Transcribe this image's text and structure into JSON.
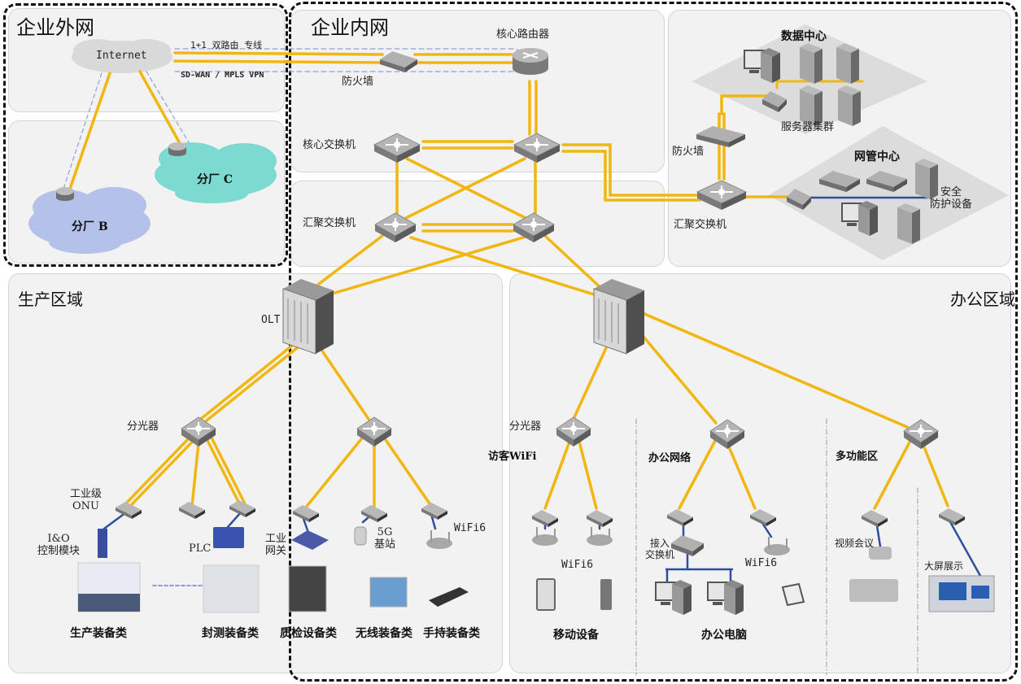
{
  "zones": {
    "external": {
      "title": "企业外网"
    },
    "internal": {
      "title": "企业内网"
    },
    "production": {
      "title": "生产区域"
    },
    "office": {
      "title": "办公区域"
    }
  },
  "external": {
    "internet": "Internet",
    "link_primary": "1+1 双路由 专线",
    "link_secondary": "SD-WAN / MPLS VPN",
    "branch_b": "分厂 B",
    "branch_c": "分厂 C"
  },
  "internal": {
    "firewall": "防火墙",
    "core_router": "核心路由器",
    "core_switch": "核心交换机",
    "agg_switch": "汇聚交换机"
  },
  "datacenter": {
    "title": "数据中心",
    "server_cluster": "服务器集群",
    "firewall": "防火墙",
    "agg_switch": "汇聚交换机",
    "nms_title": "网管中心",
    "security": "安全\n防护设备"
  },
  "production": {
    "olt": "OLT",
    "splitter": "分光器",
    "onu": "工业级\nONU",
    "io_module": "I&O\n控制模块",
    "plc": "PLC",
    "gateway": "工业\n网关",
    "base_station": "5G\n基站",
    "wifi": "WiFi6",
    "categories": [
      "生产装备类",
      "封测装备类",
      "质检设备类",
      "无线装备类",
      "手持装备类"
    ]
  },
  "office": {
    "splitter": "分光器",
    "guest_wifi": "访客WiFi",
    "office_net": "办公网络",
    "multi_zone": "多功能区",
    "wifi_a": "WiFi6",
    "wifi_b": "WiFi6",
    "access_switch": "接入\n交换机",
    "video_conf": "视频会议",
    "big_screen": "大屏展示",
    "mobile_devices": "移动设备",
    "office_pcs": "办公电脑"
  },
  "colors": {
    "link": "#f2b611",
    "vpn": "#8da3d6",
    "lan": "#2f4f9e",
    "zone_bg": "#f2f2f2",
    "cloud_internet": "#d9d9d9",
    "cloud_b": "#b4c2ea",
    "cloud_c": "#7ddad0"
  }
}
